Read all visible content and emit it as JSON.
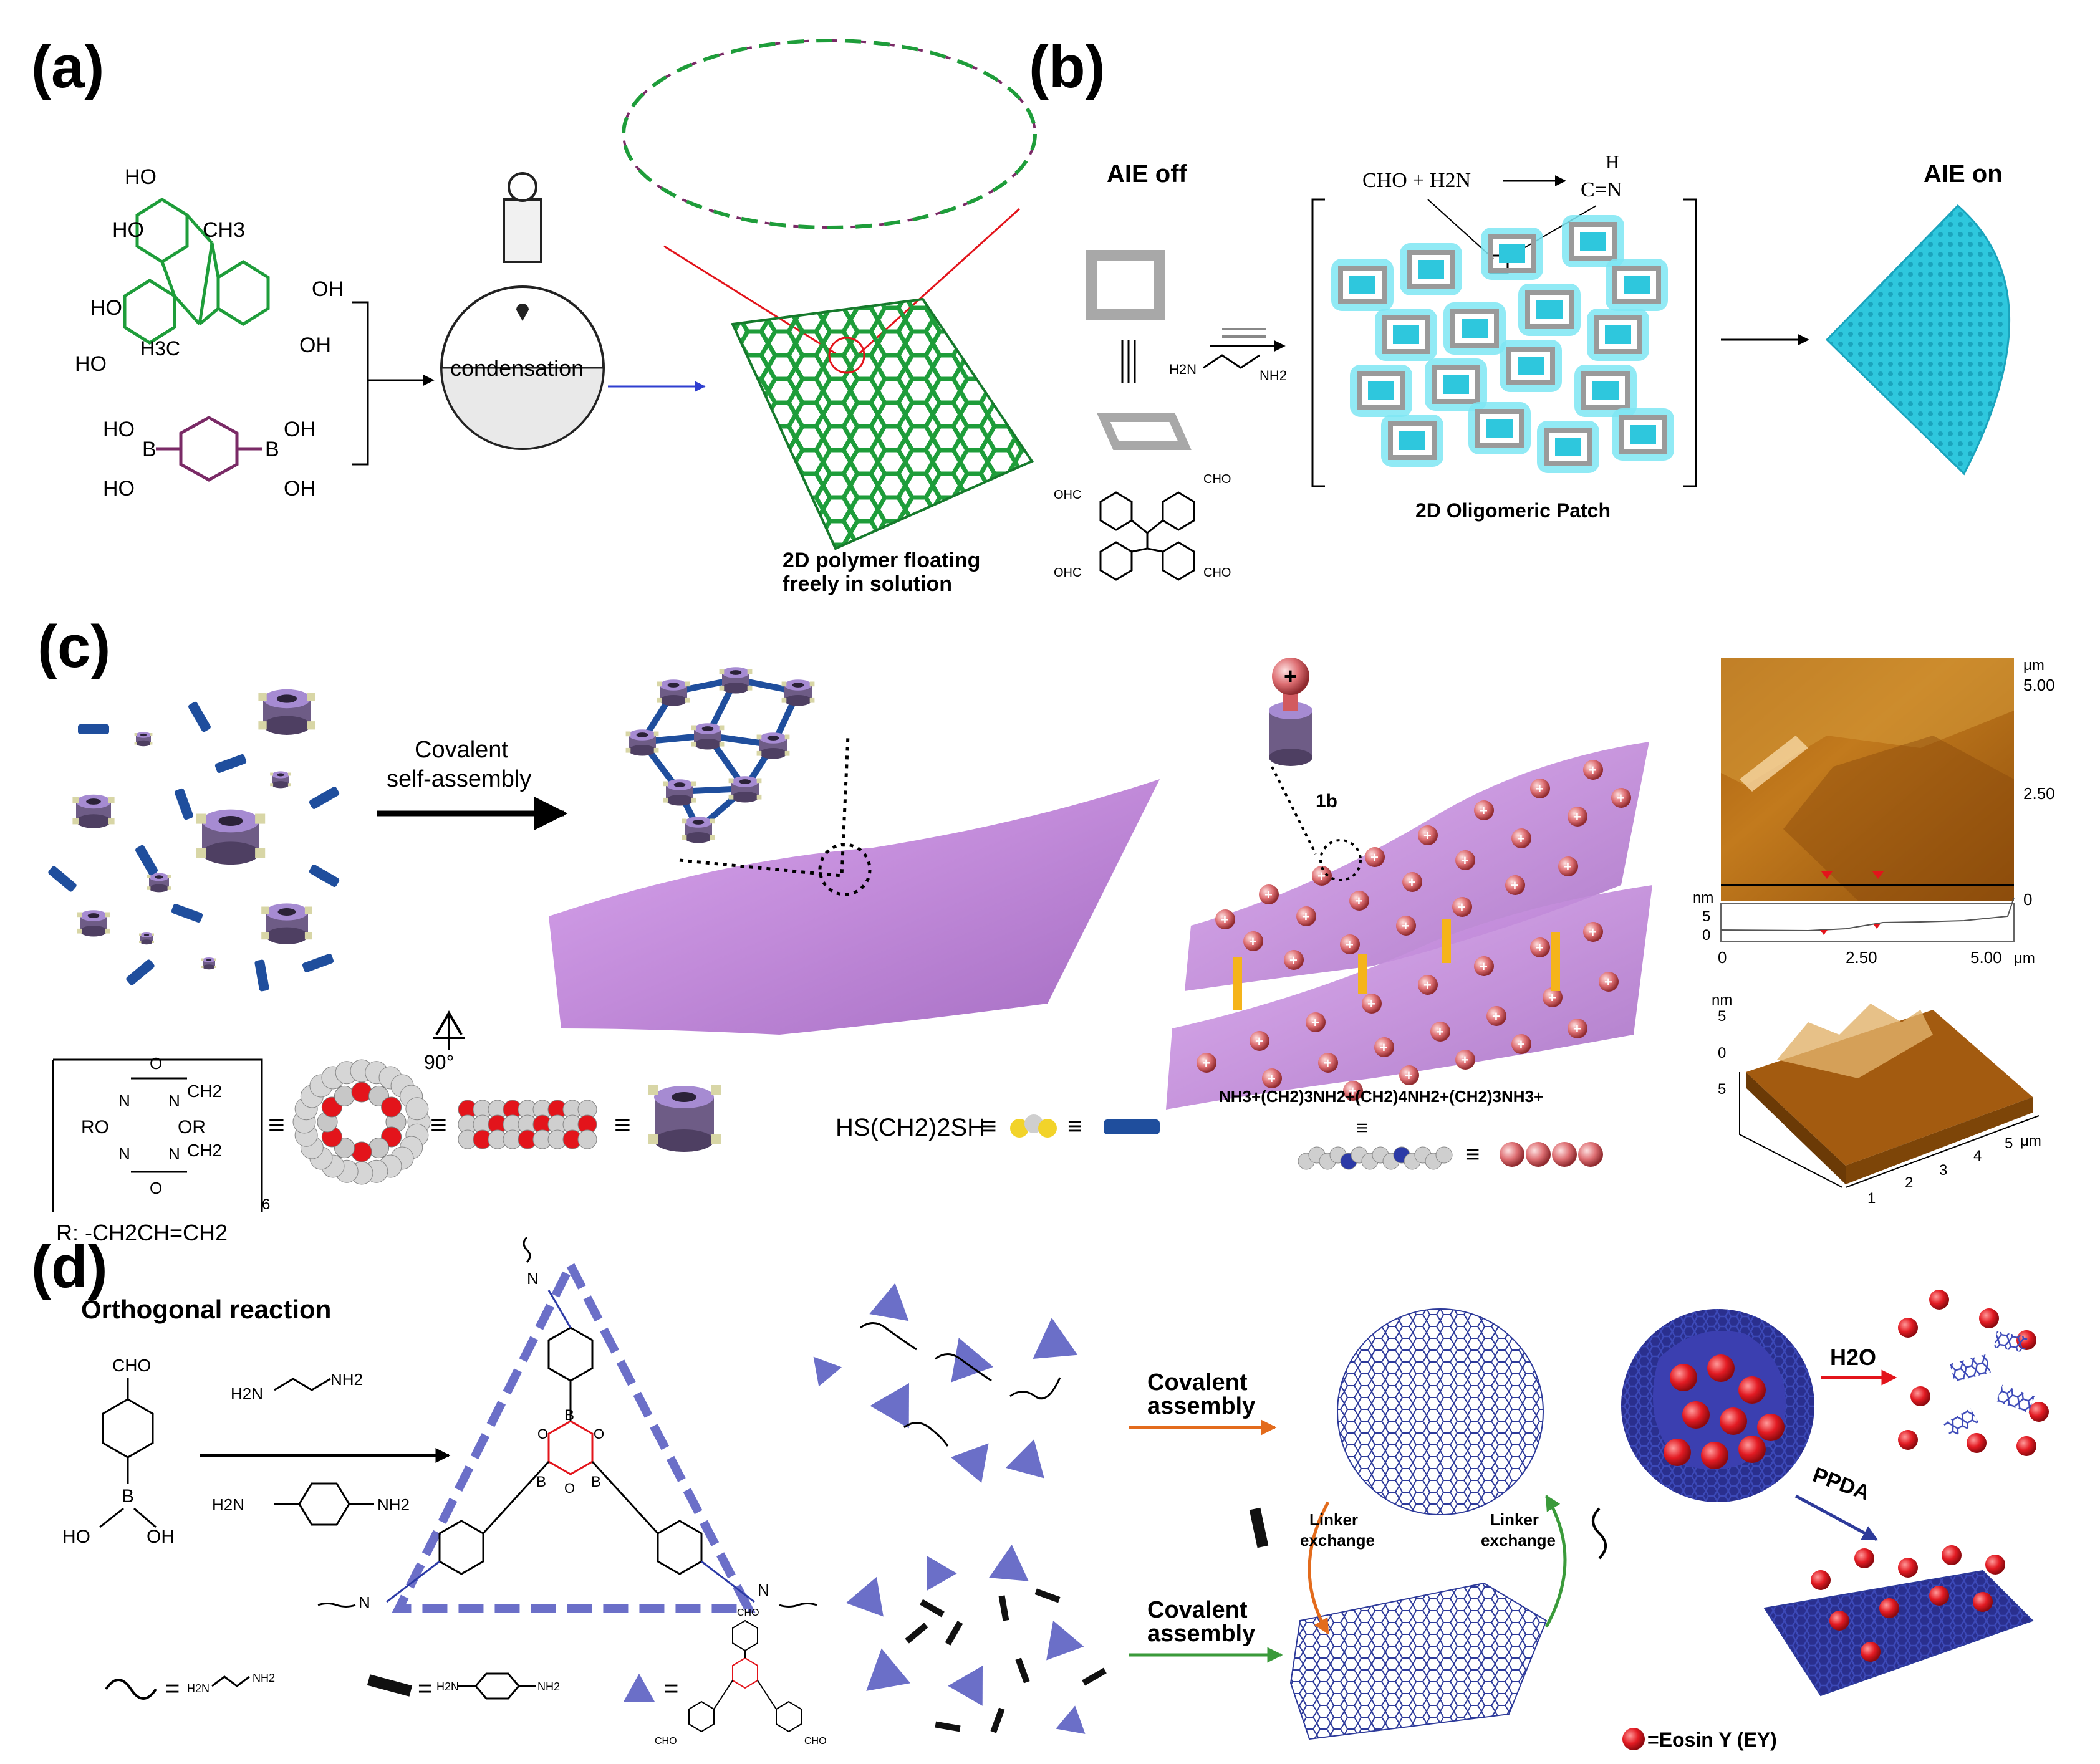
{
  "colors": {
    "green": "#1e9d3a",
    "purple": "#7a2a66",
    "red": "#e3141b",
    "blue_chem": "#2c3aa6",
    "cyan": "#2ec7dd",
    "violet": "#c88de0",
    "afm_brown": "#b5680f",
    "mesh_blue": "#2d3a9a",
    "triangle": "#6b6fc8"
  },
  "panel_a": {
    "label": "(a)",
    "ho_labels": [
      "HO",
      "HO",
      "HO",
      "HO",
      "OH",
      "OH"
    ],
    "ch3": "CH3",
    "h3c": "H3C",
    "boronic": {
      "ho1": "HO",
      "ho2": "HO",
      "oh1": "OH",
      "oh2": "OH",
      "b": "B"
    },
    "flask_text": "condensation",
    "polymer_caption_1": "2D polymer floating",
    "polymer_caption_2": "freely in solution"
  },
  "panel_b": {
    "label": "(b)",
    "aie_off": "AIE off",
    "aie_on": "AIE on",
    "reaction_left": "CHO + H2N",
    "reaction_h": "H",
    "reaction_right": "C=N",
    "diamine_left": "H2N",
    "diamine_right": "NH2",
    "cho": "CHO",
    "ohc": "OHC",
    "patch_caption": "2D Oligomeric Patch"
  },
  "panel_c": {
    "label": "(c)",
    "arrow_text_1": "Covalent",
    "arrow_text_2": "self-assembly",
    "guest_label": "1b",
    "rotation_label": "90°",
    "r_group": "R: -CH2CH=CH2",
    "macrocycle": {
      "o1": "O",
      "o2": "O",
      "n1": "N",
      "n2": "N",
      "n3": "N",
      "n4": "N",
      "ch2a": "CH2",
      "ch2b": "CH2",
      "ro": "RO",
      "or": "OR",
      "sub": "6"
    },
    "thiol_formula": "HS(CH2)2SH",
    "polyamine_formula": "NH3+(CH2)3NH2+(CH2)4NH2+(CH2)3NH3+",
    "afm": {
      "unit_top": "μm",
      "y_ticks": [
        "5.00",
        "2.50",
        "0"
      ],
      "profile_nm": "nm",
      "profile_y": [
        "5",
        "0"
      ],
      "profile_x": [
        "0",
        "2.50",
        "5.00"
      ],
      "profile_unit": "μm",
      "surface_nm": "nm",
      "surface_z": [
        "5",
        "0",
        "5"
      ],
      "surface_x": [
        "1",
        "2",
        "3",
        "4",
        "5"
      ],
      "surface_unit": "μm"
    }
  },
  "panel_d": {
    "label": "(d)",
    "title": "Orthogonal reaction",
    "cho": "CHO",
    "b": "B",
    "ho": "HO",
    "oh": "OH",
    "ethylenediamine_l": "H2N",
    "ethylenediamine_r": "NH2",
    "ppda_l": "H2N",
    "ppda_r": "NH2",
    "n_label": "N",
    "o_label": "O",
    "covalent_assembly_1": "Covalent",
    "covalent_assembly_2": "assembly",
    "linker_exchange_1": "Linker",
    "linker_exchange_2": "exchange",
    "h2o": "H2O",
    "ppda": "PPDA",
    "eosin_legend": "=Eosin Y (EY)",
    "equals": "="
  }
}
